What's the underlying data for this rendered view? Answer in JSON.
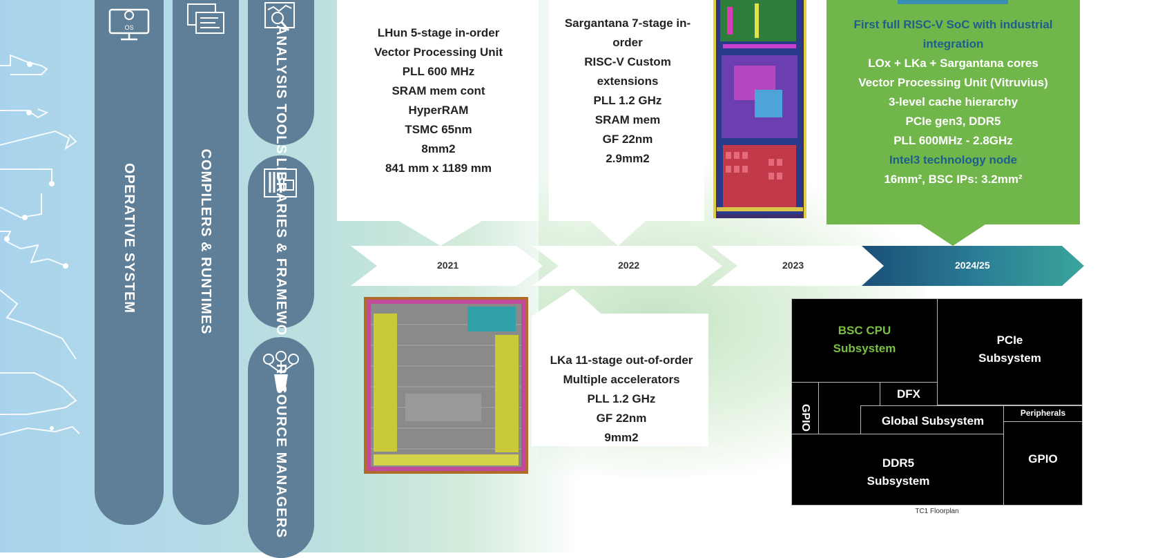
{
  "colors": {
    "pill": "#5e7f97",
    "background_blue": "#a9d3ec",
    "green_card": "#71b64a",
    "green_text_dark": "#1f5e8c",
    "timeline_dark": "#1a4f78",
    "timeline_teal": "#3aa59a",
    "floorplan_bg": "#000000",
    "cpu_label": "#7ac142"
  },
  "stack": [
    {
      "label": "OPERATIVE\nSYSTEM",
      "icon": "os-monitor-icon",
      "icon_text": "OS"
    },
    {
      "label": "COMPILERS &\nRUNTIMES",
      "icon": "code-windows-icon"
    },
    {
      "label": "ANALYSIS\nTOOLS",
      "icon": "analysis-chart-icon"
    },
    {
      "label": "LIBRARIES &\nFRAMEWORKS",
      "icon": "library-books-icon"
    },
    {
      "label": "RESOURCE\nMANAGERS",
      "icon": "resource-tree-icon"
    }
  ],
  "timeline": [
    {
      "label": "2021"
    },
    {
      "label": "2022"
    },
    {
      "label": "2023"
    },
    {
      "label": "2024/25"
    }
  ],
  "cards": {
    "lhun": "LHun 5-stage in-order\nVector Processing Unit\nPLL 600 MHz\nSRAM mem cont\nHyperRAM\nTSMC 65nm\n8mm2\n841 mm x 1189 mm",
    "sargantana": "Sargantana 7-stage in-\norder\nRISC-V Custom\nextensions\nPLL 1.2 GHz\nSRAM mem\nGF 22nm\n2.9mm2",
    "lka": "LKa 11-stage out-of-order\nMultiple accelerators\nPLL 1.2 GHz\nGF 22nm\n9mm2"
  },
  "soc_card": {
    "lines": [
      {
        "text": "First full RISC-V SoC with industrial",
        "tone": "blue"
      },
      {
        "text": "integration",
        "tone": "blue"
      },
      {
        "text": "LOx + LKa + Sargantana cores",
        "tone": "white"
      },
      {
        "text": "Vector Processing Unit (Vitruvius)",
        "tone": "white"
      },
      {
        "text": "3-level cache hierarchy",
        "tone": "white"
      },
      {
        "text": "PCIe gen3, DDR5",
        "tone": "white"
      },
      {
        "text": "PLL 600MHz - 2.8GHz",
        "tone": "white"
      },
      {
        "text": "Intel3 technology node",
        "tone": "blue"
      },
      {
        "text": "16mm², BSC IPs: 3.2mm²",
        "tone": "white"
      }
    ]
  },
  "floorplan": {
    "cpu": "BSC CPU\nSubsystem",
    "pcie": "PCIe\nSubsystem",
    "gpio_left": "GPIO",
    "dfx": "DFX",
    "global": "Global Subsystem",
    "peripherals": "Peripherals",
    "ddr5": "DDR5\nSubsystem",
    "gpio_right": "GPIO",
    "caption": "TC1 Floorplan"
  }
}
